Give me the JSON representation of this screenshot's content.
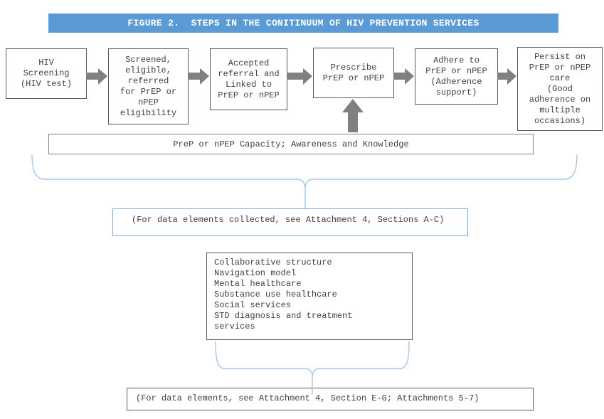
{
  "figure": {
    "title": "FIGURE 2.  STEPS IN THE CONITINUUM OF HIV PREVENTION SERVICES"
  },
  "flow": {
    "steps": [
      {
        "text": "HIV\nScreening\n(HIV test)"
      },
      {
        "text": "Screened,\neligible,\nreferred\nfor PrEP or\nnPEP\neligibility"
      },
      {
        "text": "Accepted\nreferral and\nLinked to\nPrEP or nPEP"
      },
      {
        "text": "Prescribe\nPrEP or nPEP"
      },
      {
        "text": "Adhere to\nPrEP or nPEP\n(Adherence\nsupport)"
      },
      {
        "text": "Persist on\nPrEP or nPEP\ncare\n(Good\nadherence on\nmultiple\noccasions)"
      }
    ],
    "capacity_label": "PreP or nPEP Capacity; Awareness and Knowledge"
  },
  "notes": {
    "note_a": "(For data elements collected, see Attachment 4, Sections A-C)",
    "note_b": "(For data elements, see Attachment 4, Section E-G; Attachments 5-7)"
  },
  "services": {
    "items": [
      "Collaborative structure",
      "Navigation model",
      "Mental healthcare",
      "Substance use healthcare",
      "Social services",
      "STD diagnosis and treatment services"
    ]
  },
  "icons": {
    "flow_arrow": "right-block-arrow",
    "support_arrow": "up-block-arrow",
    "grouping": "curly-brace"
  },
  "colors": {
    "title_bar": "#5B9BD5",
    "title_text": "#FFFFFF",
    "box_border": "#595959",
    "note_border": "#7FA8D9",
    "text": "#404040",
    "arrow_fill": "#808080",
    "arrow_outline": "#6E6E6E",
    "brace": "#A8C6E8"
  }
}
